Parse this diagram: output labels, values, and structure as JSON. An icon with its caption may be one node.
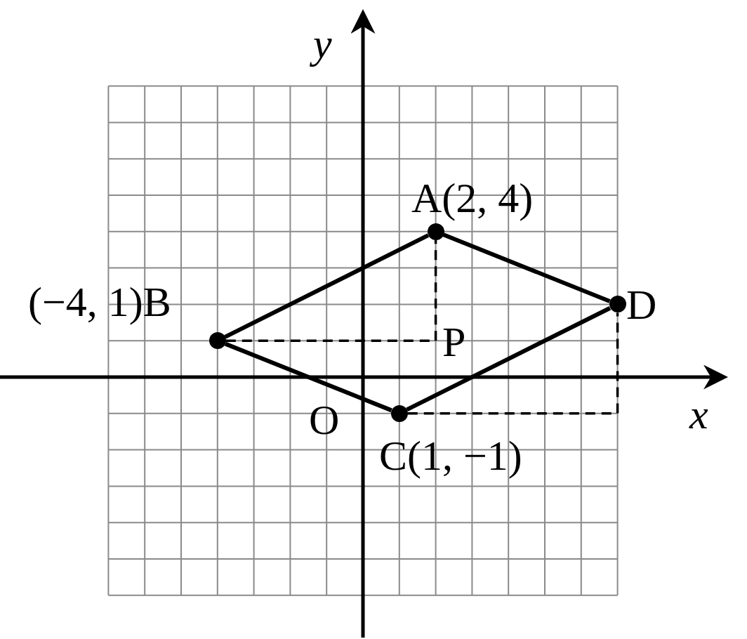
{
  "diagram": {
    "nodes": [
      {
        "text": [
          "A(2, 4)"
        ]
      },
      {
        "text": [
          "(−4, 1)B"
        ]
      },
      {
        "text": [
          "D"
        ]
      },
      {
        "text": [
          "P"
        ]
      },
      {
        "text": [
          "C(1, −1)"
        ]
      }
    ],
    "edges": [
      {
        "from": 0,
        "to": 1,
        "arrow": "none"
      },
      {
        "from": 1,
        "to": 4,
        "arrow": "none"
      },
      {
        "from": 4,
        "to": 2,
        "arrow": "none"
      },
      {
        "from": 2,
        "to": 0,
        "arrow": "none"
      },
      {
        "from": 1,
        "to": 3,
        "arrow": "none",
        "style": "dashed"
      },
      {
        "from": 3,
        "to": 0,
        "arrow": "none",
        "style": "dashed"
      },
      {
        "from": 4,
        "to": 2,
        "arrow": "none",
        "style": "dashed"
      }
    ],
    "labels": [
      "y",
      "O",
      "x"
    ]
  }
}
